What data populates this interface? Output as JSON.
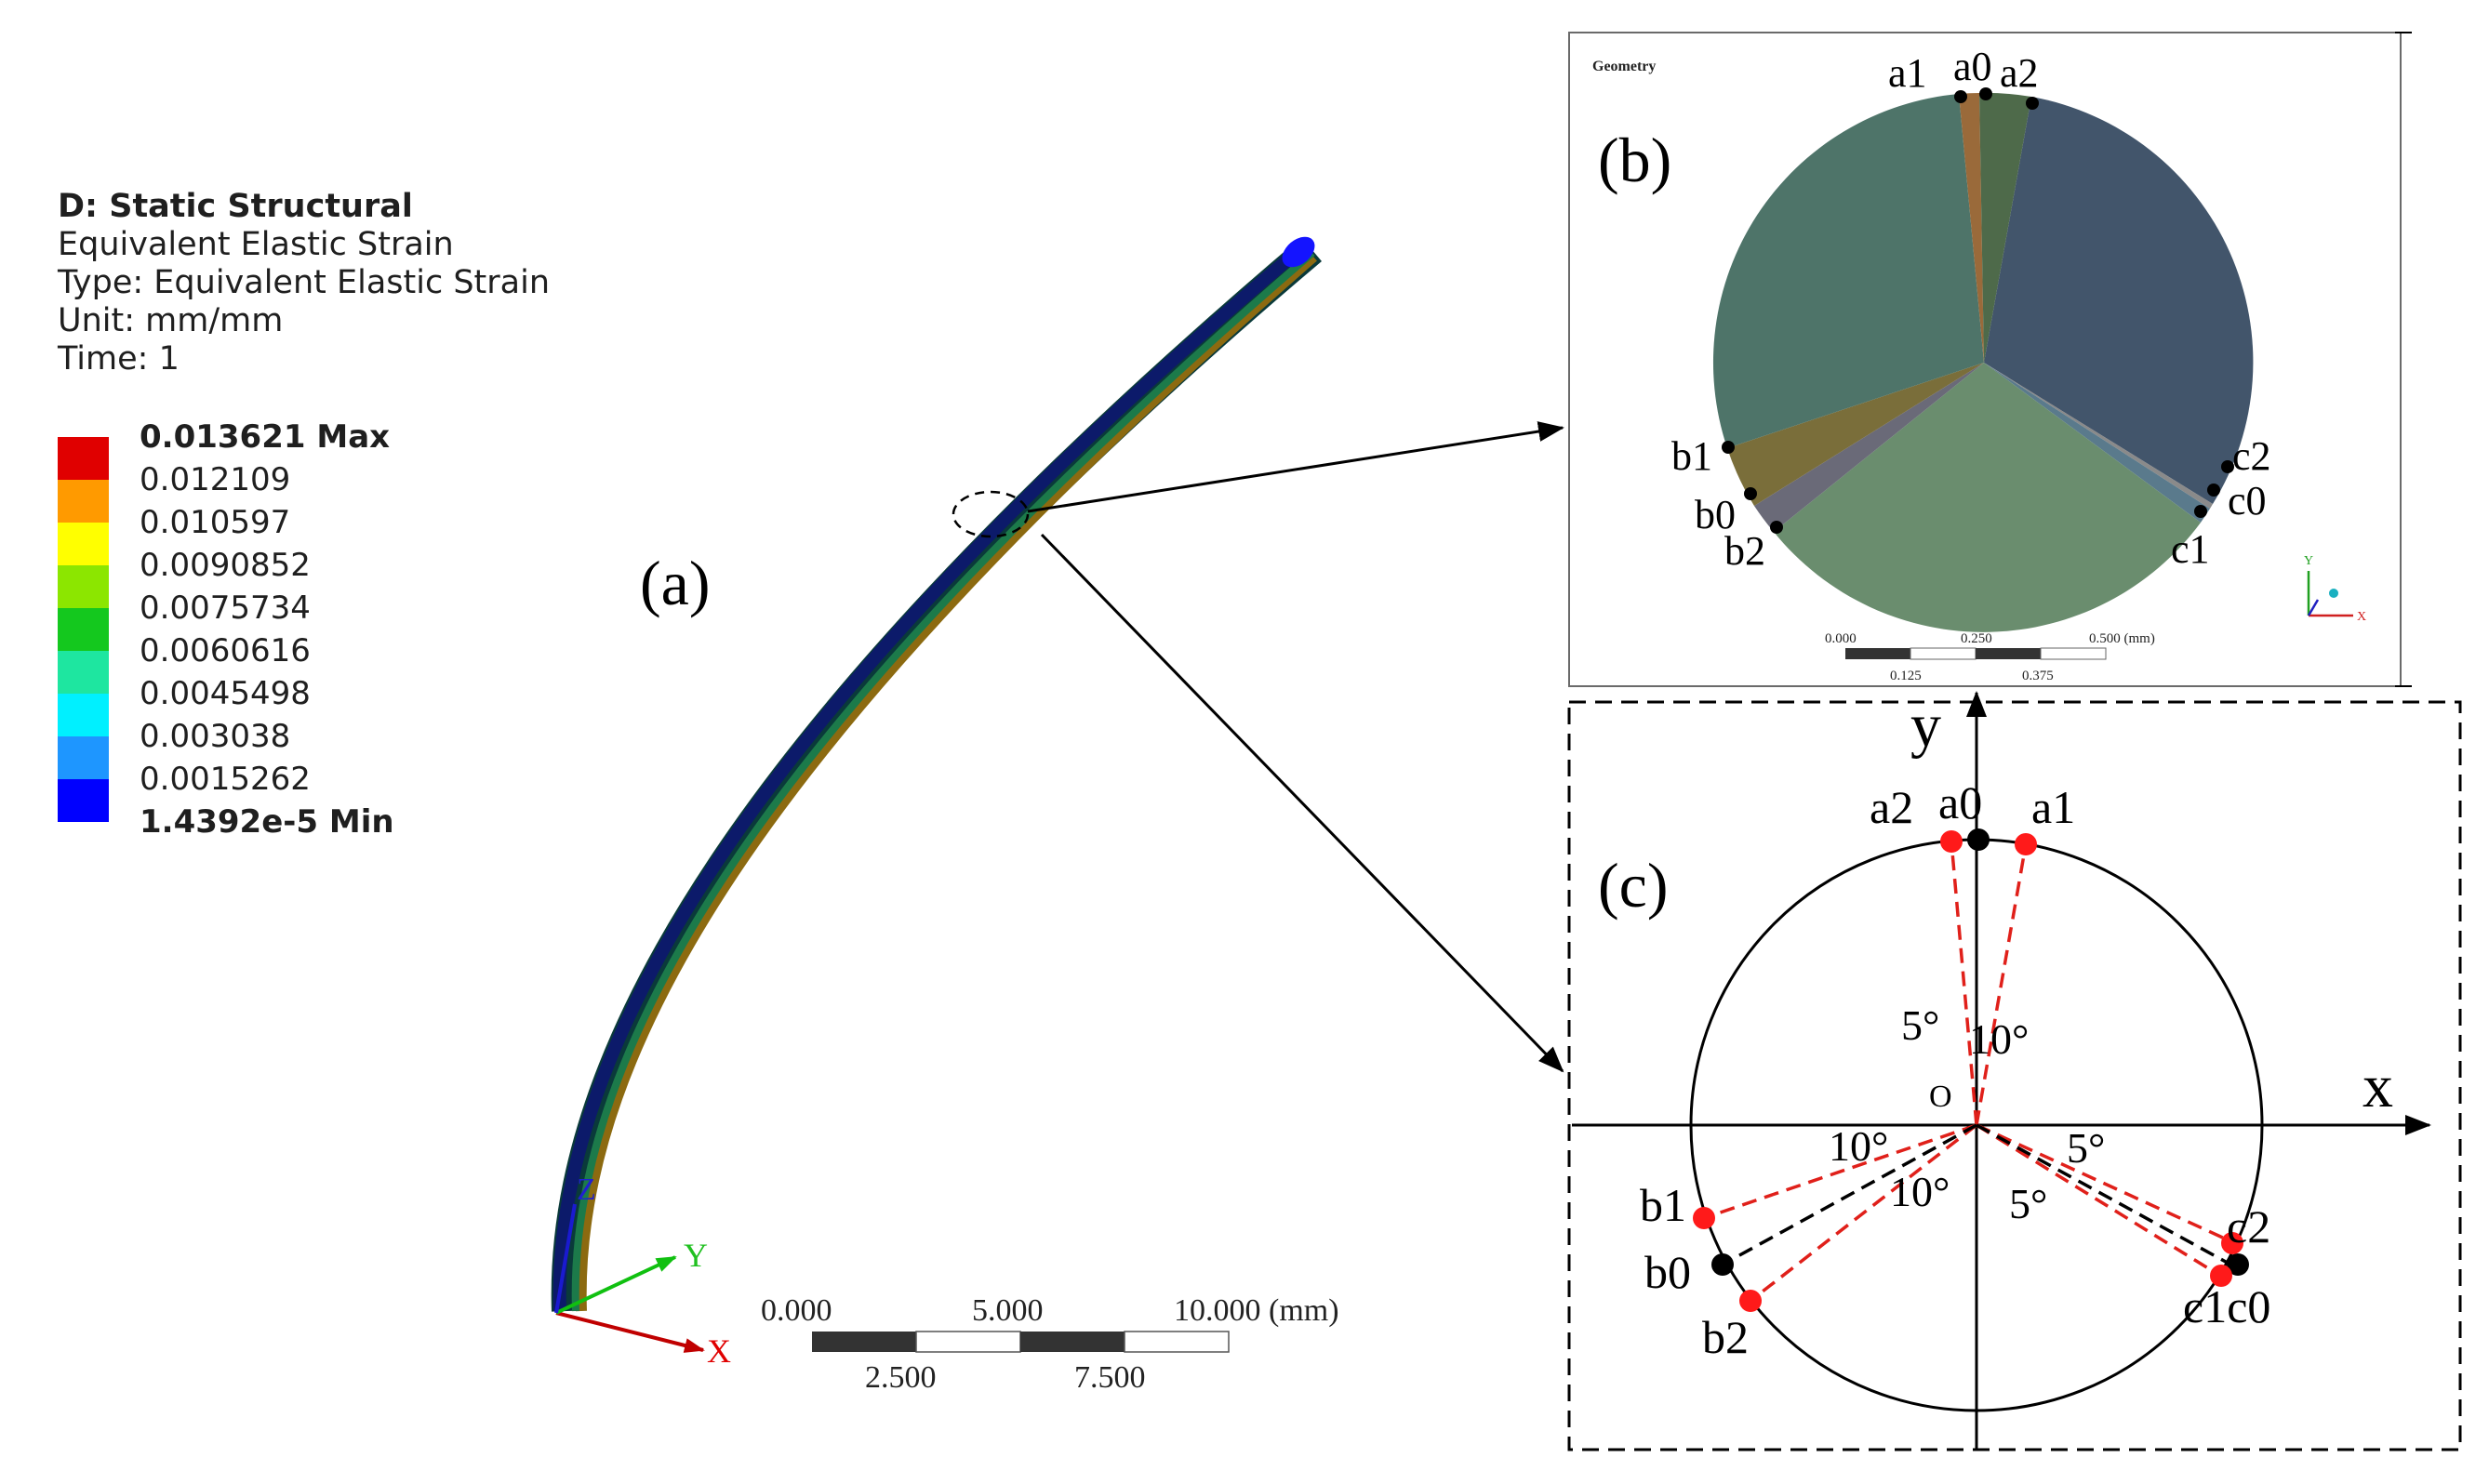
{
  "legend": {
    "title": "D: Static Structural",
    "subtitle": "Equivalent Elastic Strain",
    "type_line": "Type: Equivalent Elastic Strain",
    "unit_line": "Unit: mm/mm",
    "time_line": "Time: 1",
    "levels": [
      {
        "label": "0.013621 Max",
        "color": "#ff0000"
      },
      {
        "label": "0.012109",
        "color": "#ff5a00"
      },
      {
        "label": "0.010597",
        "color": "#ffb400"
      },
      {
        "label": "0.0090852",
        "color": "#ffff00"
      },
      {
        "label": "0.0075734",
        "color": "#8cf000"
      },
      {
        "label": "0.0060616",
        "color": "#1ed21e"
      },
      {
        "label": "0.0045498",
        "color": "#1ee6a0"
      },
      {
        "label": "0.003038",
        "color": "#00f0ff"
      },
      {
        "label": "0.0015262",
        "color": "#1e96ff"
      },
      {
        "label": "1.4392e-5 Min",
        "color": "#0000ff"
      }
    ]
  },
  "panel_a": {
    "label": "(a)",
    "axis_x": "X",
    "axis_y": "Y",
    "axis_z": "Z",
    "scale_top": [
      "0.000",
      "5.000",
      "10.000 (mm)"
    ],
    "scale_bottom": [
      "2.500",
      "7.500"
    ]
  },
  "panel_b": {
    "label": "(b)",
    "header": "Geometry",
    "points": [
      "a1",
      "a0",
      "a2",
      "b1",
      "b0",
      "b2",
      "c2",
      "c0",
      "c1"
    ],
    "scale_top": [
      "0.000",
      "0.250",
      "0.500 (mm)"
    ],
    "scale_bottom": [
      "0.125",
      "0.375"
    ],
    "triad_x": "X",
    "triad_y": "Y"
  },
  "panel_c": {
    "label": "(c)",
    "axis_x": "x",
    "axis_y": "y",
    "origin": "O",
    "points": [
      "a2",
      "a0",
      "a1",
      "b1",
      "b0",
      "b2",
      "c2",
      "c1c0"
    ],
    "angles": [
      "5°",
      "10°",
      "10°",
      "10°",
      "5°",
      "5°"
    ]
  },
  "colors": {
    "accent_red": "#ff0000",
    "dashed_red": "#e0201a",
    "sector_teal": "#4e7469",
    "sector_slate": "#42556b",
    "sector_green": "#6a8d6e"
  }
}
